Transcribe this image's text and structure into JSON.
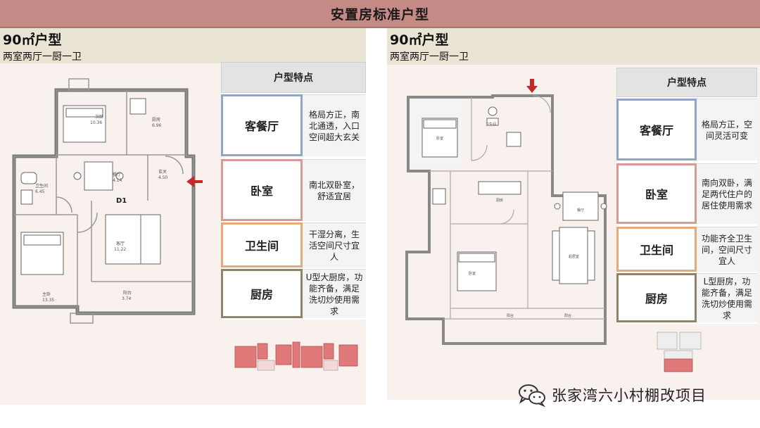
{
  "banner": {
    "title": "安置房标准户型"
  },
  "left": {
    "title": "90㎡户型",
    "subtitle": "两室两厅一厨一卫",
    "plan_labels": {
      "unit": "D1",
      "rooms": [
        "次卧",
        "厨房",
        "卫生间",
        "餐厅",
        "玄关",
        "主卧",
        "客厅",
        "阳台"
      ],
      "areas": [
        "10.36",
        "6.96",
        "6.45",
        "4.14",
        "4.50",
        "13.35",
        "11.22",
        "3.74"
      ]
    },
    "features": {
      "header": "户型特点",
      "rows": [
        {
          "label": "客餐厅",
          "desc": "格局方正，南北通透，入口空间超大玄关",
          "color": "#8fa6c8"
        },
        {
          "label": "卧室",
          "desc": "南北双卧室，舒适宜居",
          "color": "#d99a96"
        },
        {
          "label": "卫生间",
          "desc": "干湿分离，生活空间尺寸宜人",
          "color": "#e7a978"
        },
        {
          "label": "厨房",
          "desc": "U型大厨房，功能齐备，满足洗切炒使用需求",
          "color": "#8e8468"
        }
      ]
    }
  },
  "right": {
    "title": "90㎡户型",
    "subtitle": "两室两厅一厨一卫",
    "features": {
      "header": "户型特点",
      "rows": [
        {
          "label": "客餐厅",
          "desc": "格局方正，空间灵活可变",
          "color": "#8fa6c8"
        },
        {
          "label": "卧室",
          "desc": "南向双卧，满足两代住户的居住使用需求",
          "color": "#d99a96"
        },
        {
          "label": "卫生间",
          "desc": "功能齐全卫生间，空间尺寸宜人",
          "color": "#e7a978"
        },
        {
          "label": "厨房",
          "desc": "L型厨房，功能齐备，满足洗切炒使用需求",
          "color": "#8e8468"
        }
      ]
    }
  },
  "watermark": {
    "text": "张家湾六小村棚改项目",
    "icon": "wechat-icon"
  }
}
